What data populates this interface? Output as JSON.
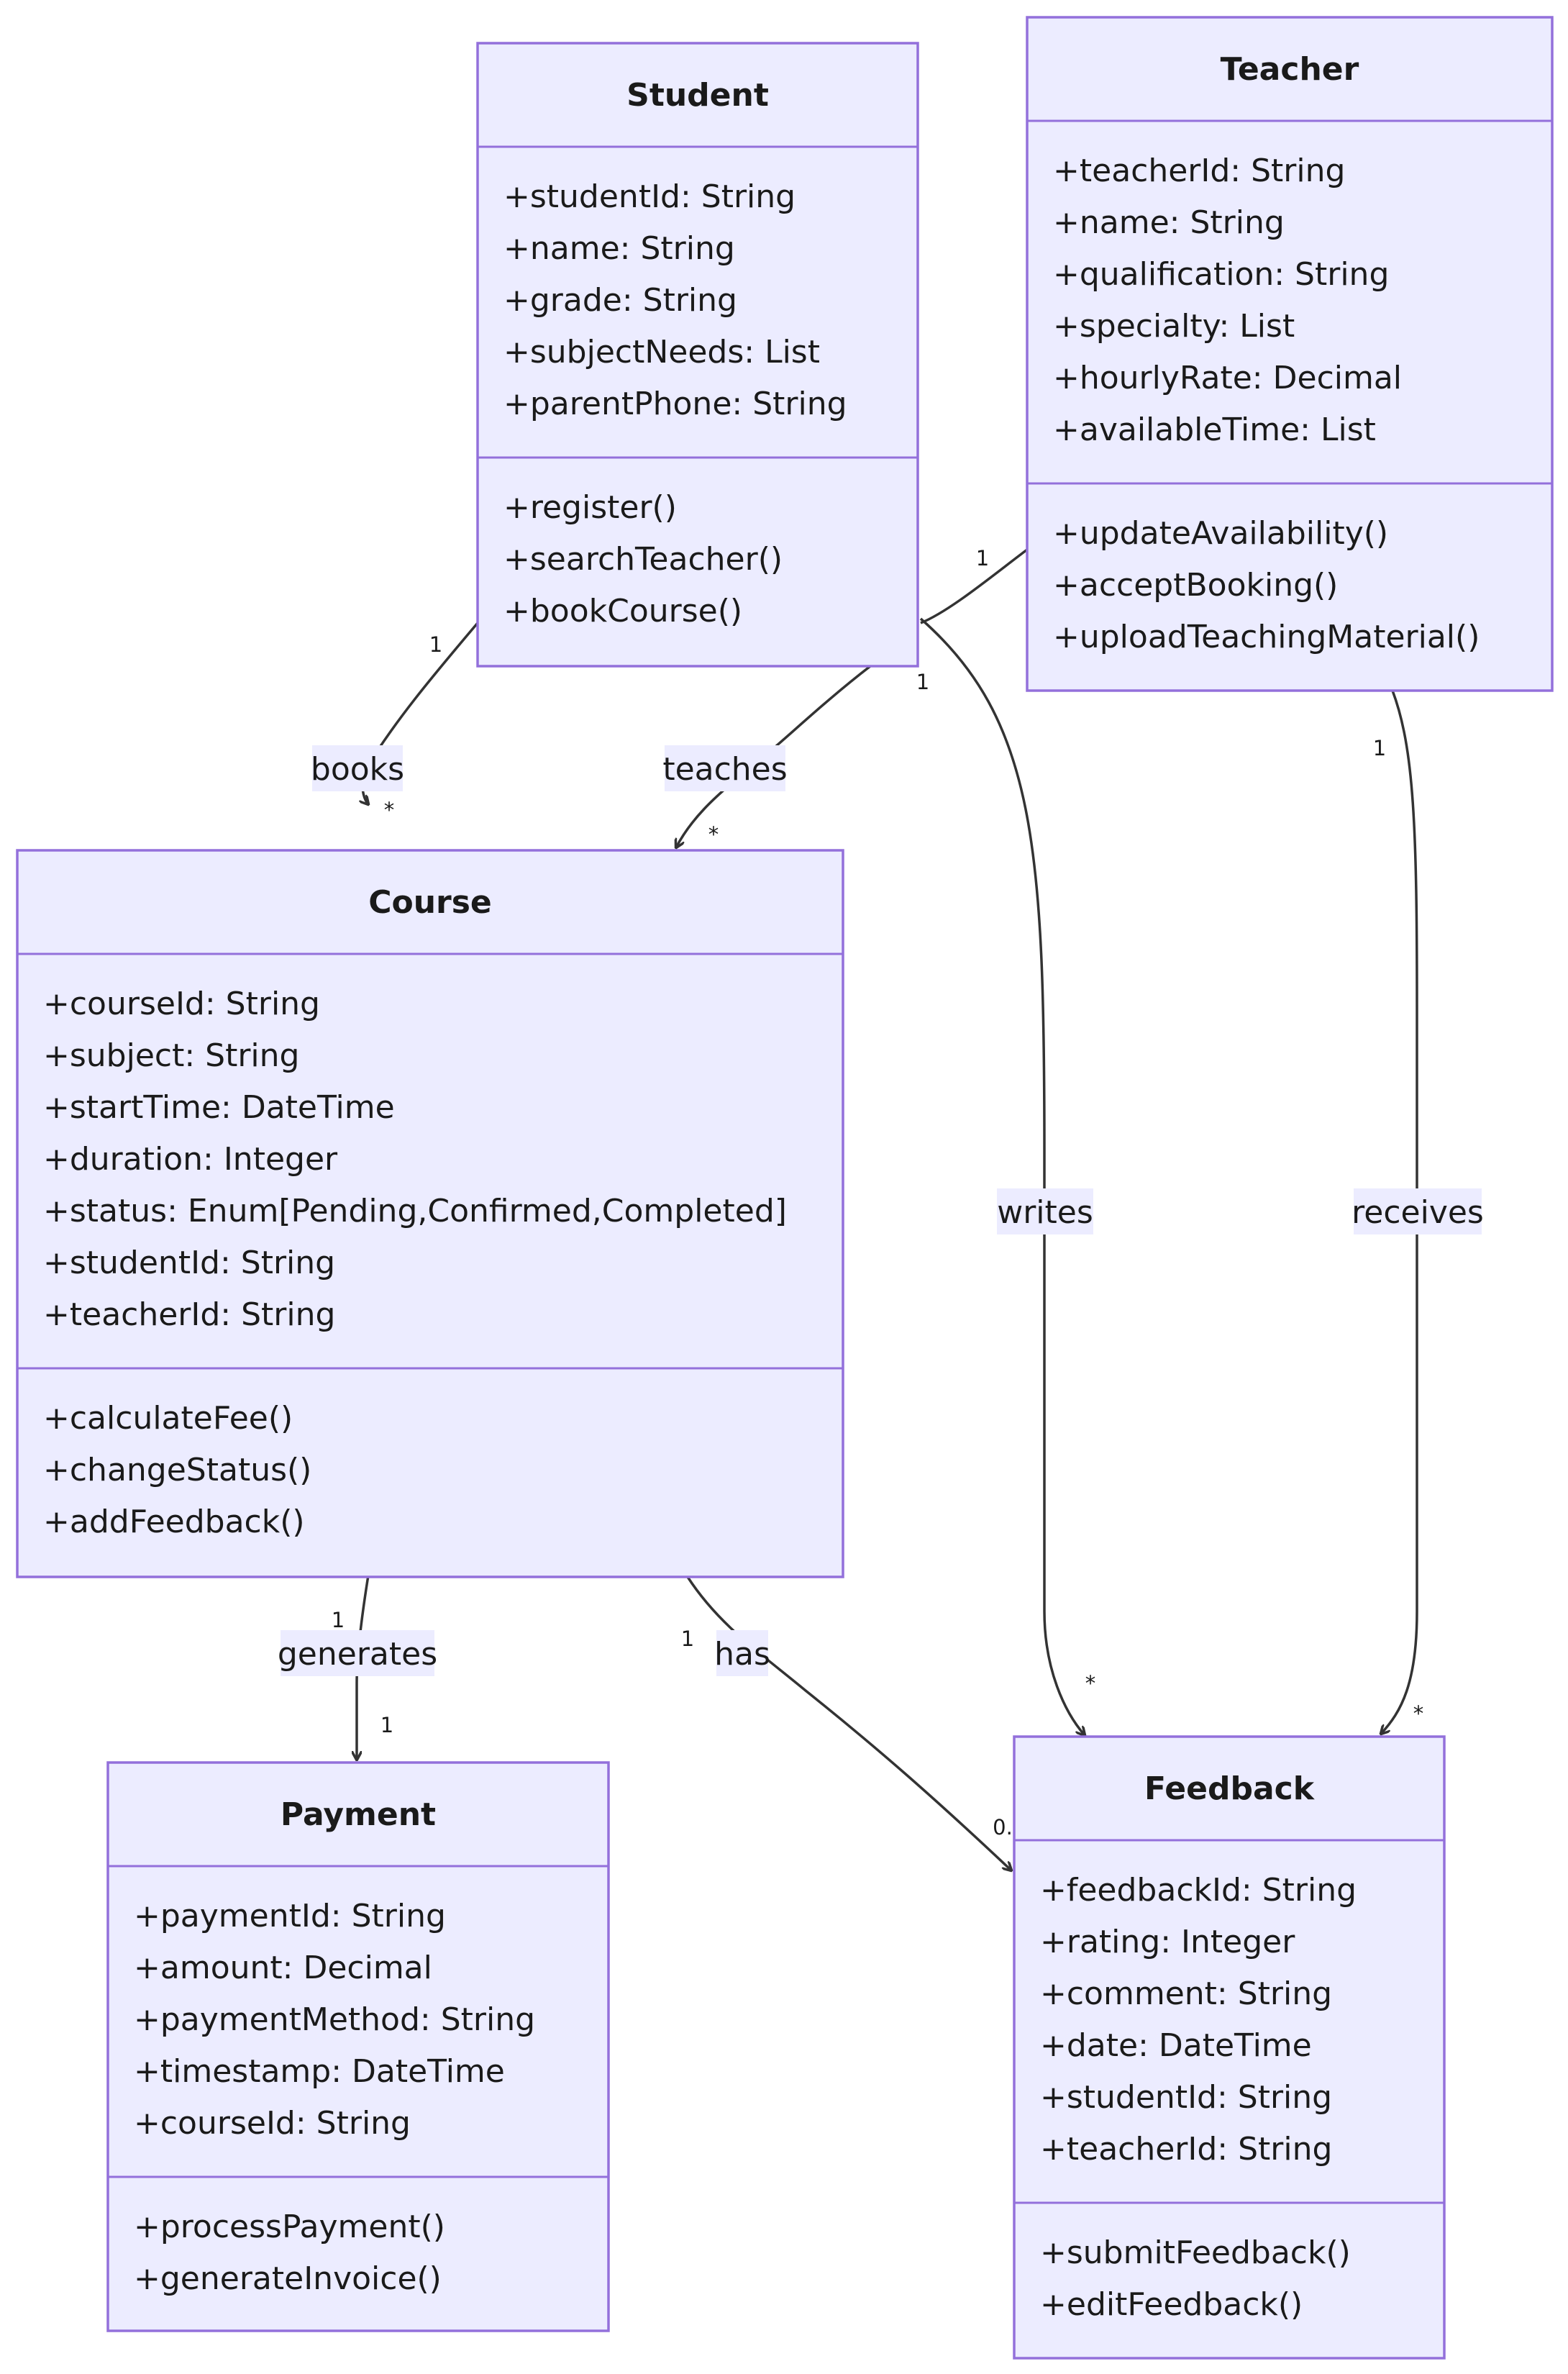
{
  "classes": {
    "student": {
      "name": "Student",
      "attributes": [
        "+studentId: String",
        "+name: String",
        "+grade: String",
        "+subjectNeeds: List",
        "+parentPhone: String"
      ],
      "methods": [
        "+register()",
        "+searchTeacher()",
        "+bookCourse()"
      ]
    },
    "teacher": {
      "name": "Teacher",
      "attributes": [
        "+teacherId: String",
        "+name: String",
        "+qualification: String",
        "+specialty: List",
        "+hourlyRate: Decimal",
        "+availableTime: List"
      ],
      "methods": [
        "+updateAvailability()",
        "+acceptBooking()",
        "+uploadTeachingMaterial()"
      ]
    },
    "course": {
      "name": "Course",
      "attributes": [
        "+courseId: String",
        "+subject: String",
        "+startTime: DateTime",
        "+duration: Integer",
        "+status: Enum[Pending,Confirmed,Completed]",
        "+studentId: String",
        "+teacherId: String"
      ],
      "methods": [
        "+calculateFee()",
        "+changeStatus()",
        "+addFeedback()"
      ]
    },
    "payment": {
      "name": "Payment",
      "attributes": [
        "+paymentId: String",
        "+amount: Decimal",
        "+paymentMethod: String",
        "+timestamp: DateTime",
        "+courseId: String"
      ],
      "methods": [
        "+processPayment()",
        "+generateInvoice()"
      ]
    },
    "feedback": {
      "name": "Feedback",
      "attributes": [
        "+feedbackId: String",
        "+rating: Integer",
        "+comment: String",
        "+date: DateTime",
        "+studentId: String",
        "+teacherId: String"
      ],
      "methods": [
        "+submitFeedback()",
        "+editFeedback()"
      ]
    }
  },
  "relations": {
    "books": {
      "label": "books",
      "from_mult": "1",
      "to_mult": "*"
    },
    "teaches": {
      "label": "teaches",
      "from_mult": "1",
      "to_mult": "*"
    },
    "writes": {
      "label": "writes",
      "from_mult": "1",
      "to_mult": "*"
    },
    "receives": {
      "label": "receives",
      "from_mult": "1",
      "to_mult": "*"
    },
    "generates": {
      "label": "generates",
      "from_mult": "1",
      "to_mult": "1"
    },
    "has": {
      "label": "has",
      "from_mult": "1",
      "to_mult": "0."
    }
  },
  "colors": {
    "box_fill": "#ECECFF",
    "box_stroke": "#9370DB",
    "edge": "#333333"
  }
}
